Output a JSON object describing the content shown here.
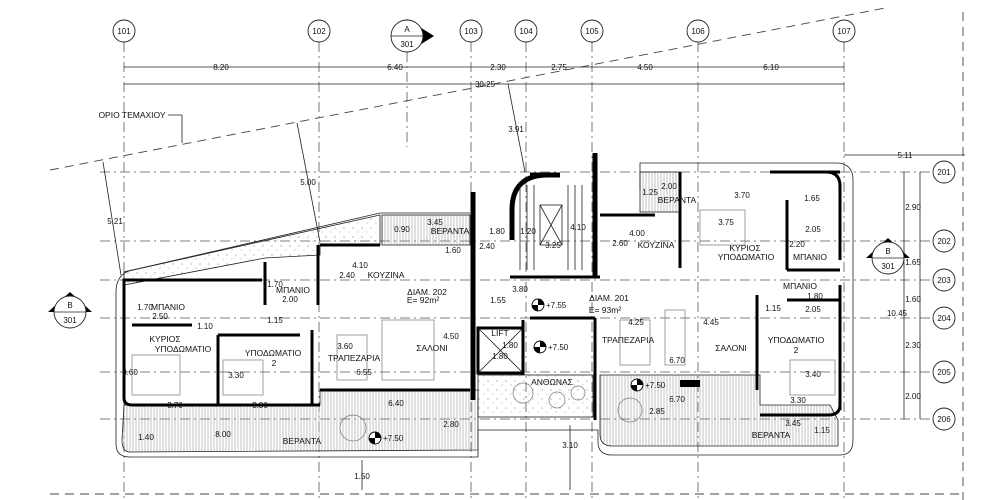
{
  "drawing": {
    "grid_columns": [
      "101",
      "102",
      "103",
      "104",
      "105",
      "106",
      "107"
    ],
    "grid_rows": [
      "201",
      "202",
      "203",
      "204",
      "205",
      "206"
    ],
    "sections": [
      {
        "letter": "A",
        "sheet": "301"
      },
      {
        "letter": "B",
        "sheet": "301"
      },
      {
        "letter": "B",
        "sheet": "301"
      }
    ],
    "overall_dims": {
      "segments": [
        "8.20",
        "6.40",
        "2.30",
        "2.75",
        "4.50",
        "6.10"
      ],
      "total": "30.25"
    },
    "plot_boundary_label": "ΟΡΙΟ ΤΕΜΑΧΙΟΥ",
    "setbacks": [
      "5.21",
      "5.00",
      "3.91",
      "5.11",
      "1.50",
      "3.10"
    ],
    "right_dims": [
      "2.90",
      "1.65",
      "1.60",
      "2.30",
      "2.00",
      "10.45"
    ],
    "apartments": [
      {
        "name": "ΔΙΑΜ. 202",
        "area": "E= 92m²"
      },
      {
        "name": "ΔΙΑΜ. 201",
        "area": "E= 93m²"
      }
    ],
    "room_labels": [
      "ΒΕΡΑΝΤΑ",
      "ΚΟΥΖΙΝΑ",
      "ΜΠΑΝΙΟ",
      "ΜΠΑΝΙΟ",
      "ΚΥΡΙΟΣ",
      "ΥΠΟΔΩΜΑΤΙΟ",
      "ΥΠΟΔΩΜΑΤΙΟ",
      "2",
      "ΤΡΑΠΕΖΑΡΙΑ",
      "ΣΑΛΟΝΙ",
      "ΒΕΡΑΝΤΑ",
      "LIFT",
      "ΒΕΡΑΝΤΑ",
      "ΚΟΥΖΙΝΑ",
      "ΚΥΡΙΟΣ",
      "ΥΠΟΔΩΜΑΤΙΟ",
      "ΜΠΑΝΙΟ",
      "ΜΠΑΝΙΟ",
      "ΥΠΟΔΩΜΑΤΙΟ",
      "2",
      "ΤΡΑΠΕΖΑΡΙΑ",
      "ΣΑΛΟΝΙ",
      "ΑΝΘΩΝΑΣ",
      "ΒΕΡΑΝΤΑ"
    ],
    "dimensions": [
      "0.90",
      "3.45",
      "1.80",
      "1.20",
      "4.10",
      "3.25",
      "2.40",
      "1.60",
      "3.80",
      "1.55",
      "1.80",
      "1.80",
      "1.70",
      "2.50",
      "1.10",
      "1.70",
      "2.00",
      "1.15",
      "2.40",
      "4.10",
      "3.60",
      "3.30",
      "3.60",
      "4.50",
      "6.55",
      "3.70",
      "3.30",
      "6.40",
      "2.80",
      "1.40",
      "8.00",
      "2.60",
      "4.00",
      "1.25",
      "2.00",
      "3.70",
      "3.75",
      "1.65",
      "2.05",
      "2.20",
      "1.80",
      "1.15",
      "2.05",
      "4.25",
      "4.45",
      "6.70",
      "3.40",
      "3.30",
      "6.70",
      "2.85",
      "3.45",
      "1.15"
    ],
    "levels": [
      "+7.55",
      "+7.50",
      "+7.50",
      "+7.50"
    ]
  }
}
